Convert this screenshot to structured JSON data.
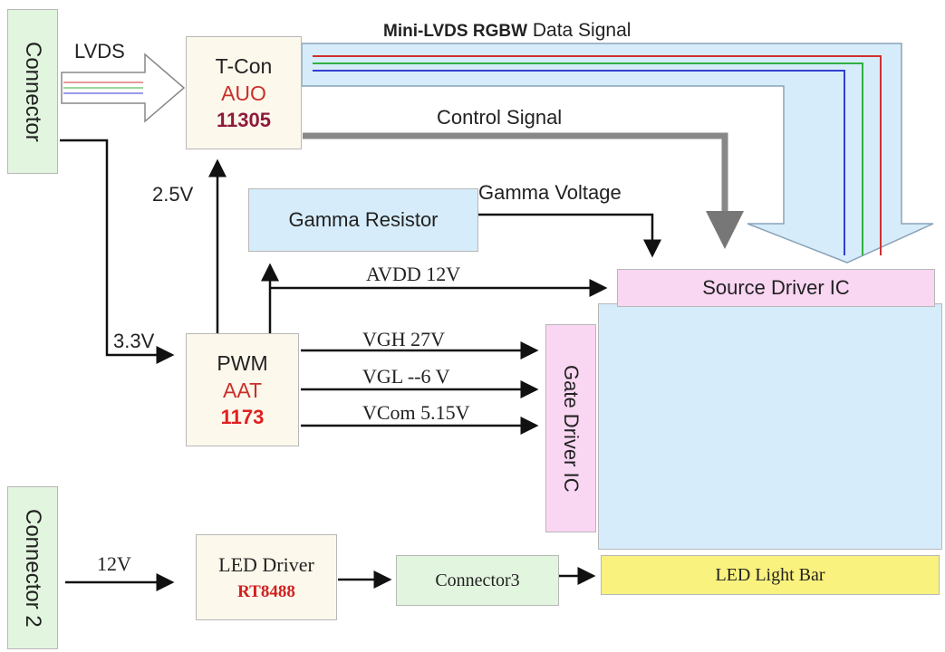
{
  "connector": "Connector",
  "connector2": "Connector 2",
  "lvds_label": "LVDS",
  "tcon": {
    "title": "T-Con",
    "maker": "AUO",
    "model": "11305"
  },
  "minilvds_bold": "Mini-LVDS RGBW",
  "minilvds_rest": "Data Signal",
  "control_signal": "Control Signal",
  "v25": "2.5V",
  "gamma_resistor": "Gamma Resistor",
  "gamma_voltage": "Gamma Voltage",
  "avdd": "AVDD 12V",
  "v33": "3.3V",
  "pwm": {
    "title": "PWM",
    "maker": "AAT",
    "model": "1173"
  },
  "vgh": "VGH 27V",
  "vgl": "VGL --6 V",
  "vcom": "VCom 5.15V",
  "source_driver": "Source Driver IC",
  "gate_driver": "Gate Driver IC",
  "v12": "12V",
  "led_driver": {
    "title": "LED Driver",
    "model": "RT8488"
  },
  "connector3": "Connector3",
  "led_light_bar": "LED Light Bar",
  "colors": {
    "connector_fill": "#e2f5df",
    "box_fill": "#fdf8ec",
    "blue_fill": "#d6ecfa",
    "pink_fill": "#f9d6f2",
    "yellow_fill": "#faf27e",
    "maker_red": "#c8302a",
    "model_maroon": "#8e1a3a"
  }
}
